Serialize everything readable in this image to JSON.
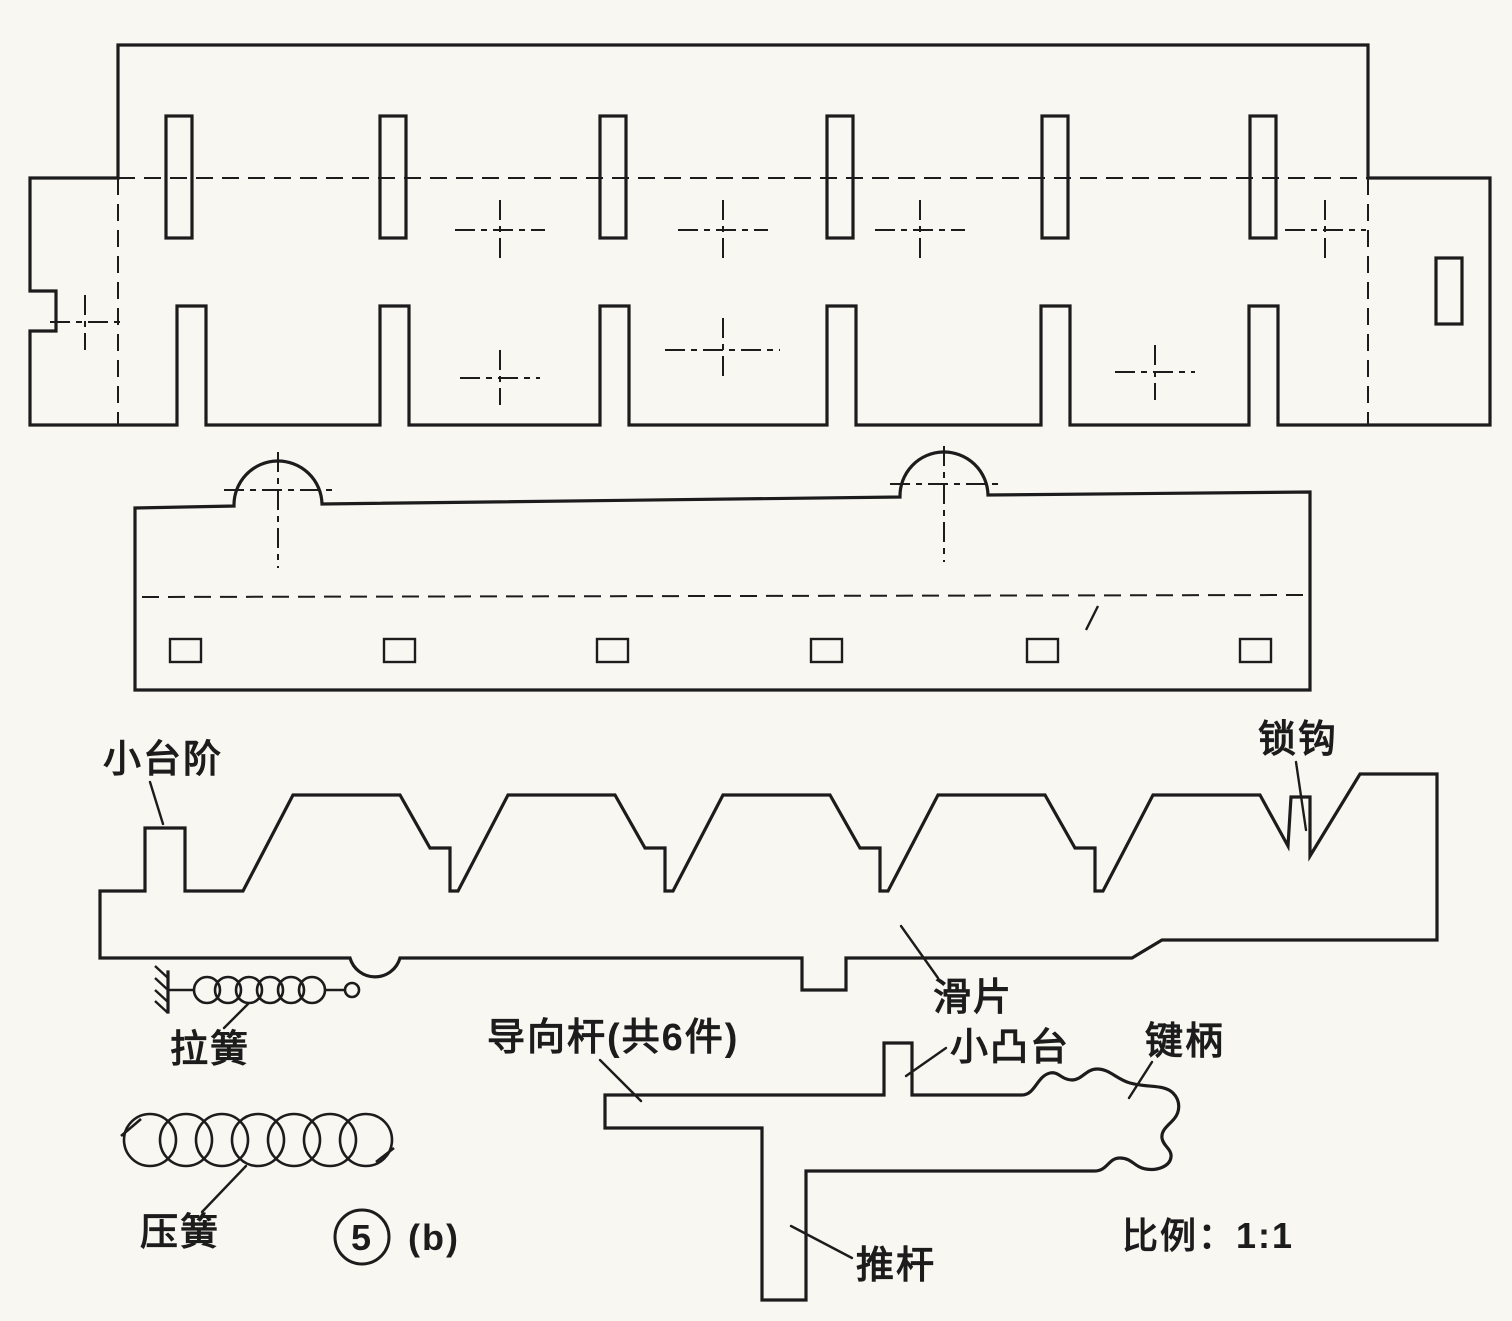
{
  "figure": {
    "circled_number": "5",
    "sub_label": "(b)",
    "scale_label": "比例：1:1"
  },
  "part_labels": {
    "small_step": "小台阶",
    "lock_hook": "锁钩",
    "slider_plate": "滑片",
    "tension_spring": "拉簧",
    "compression_spring": "压簧",
    "guide_rod": "导向杆(共6件)",
    "small_boss": "小凸台",
    "key_handle": "键柄",
    "push_rod": "推杆"
  },
  "colors": {
    "ink": "#1c1c1c",
    "paper": "#f8f7f2"
  }
}
